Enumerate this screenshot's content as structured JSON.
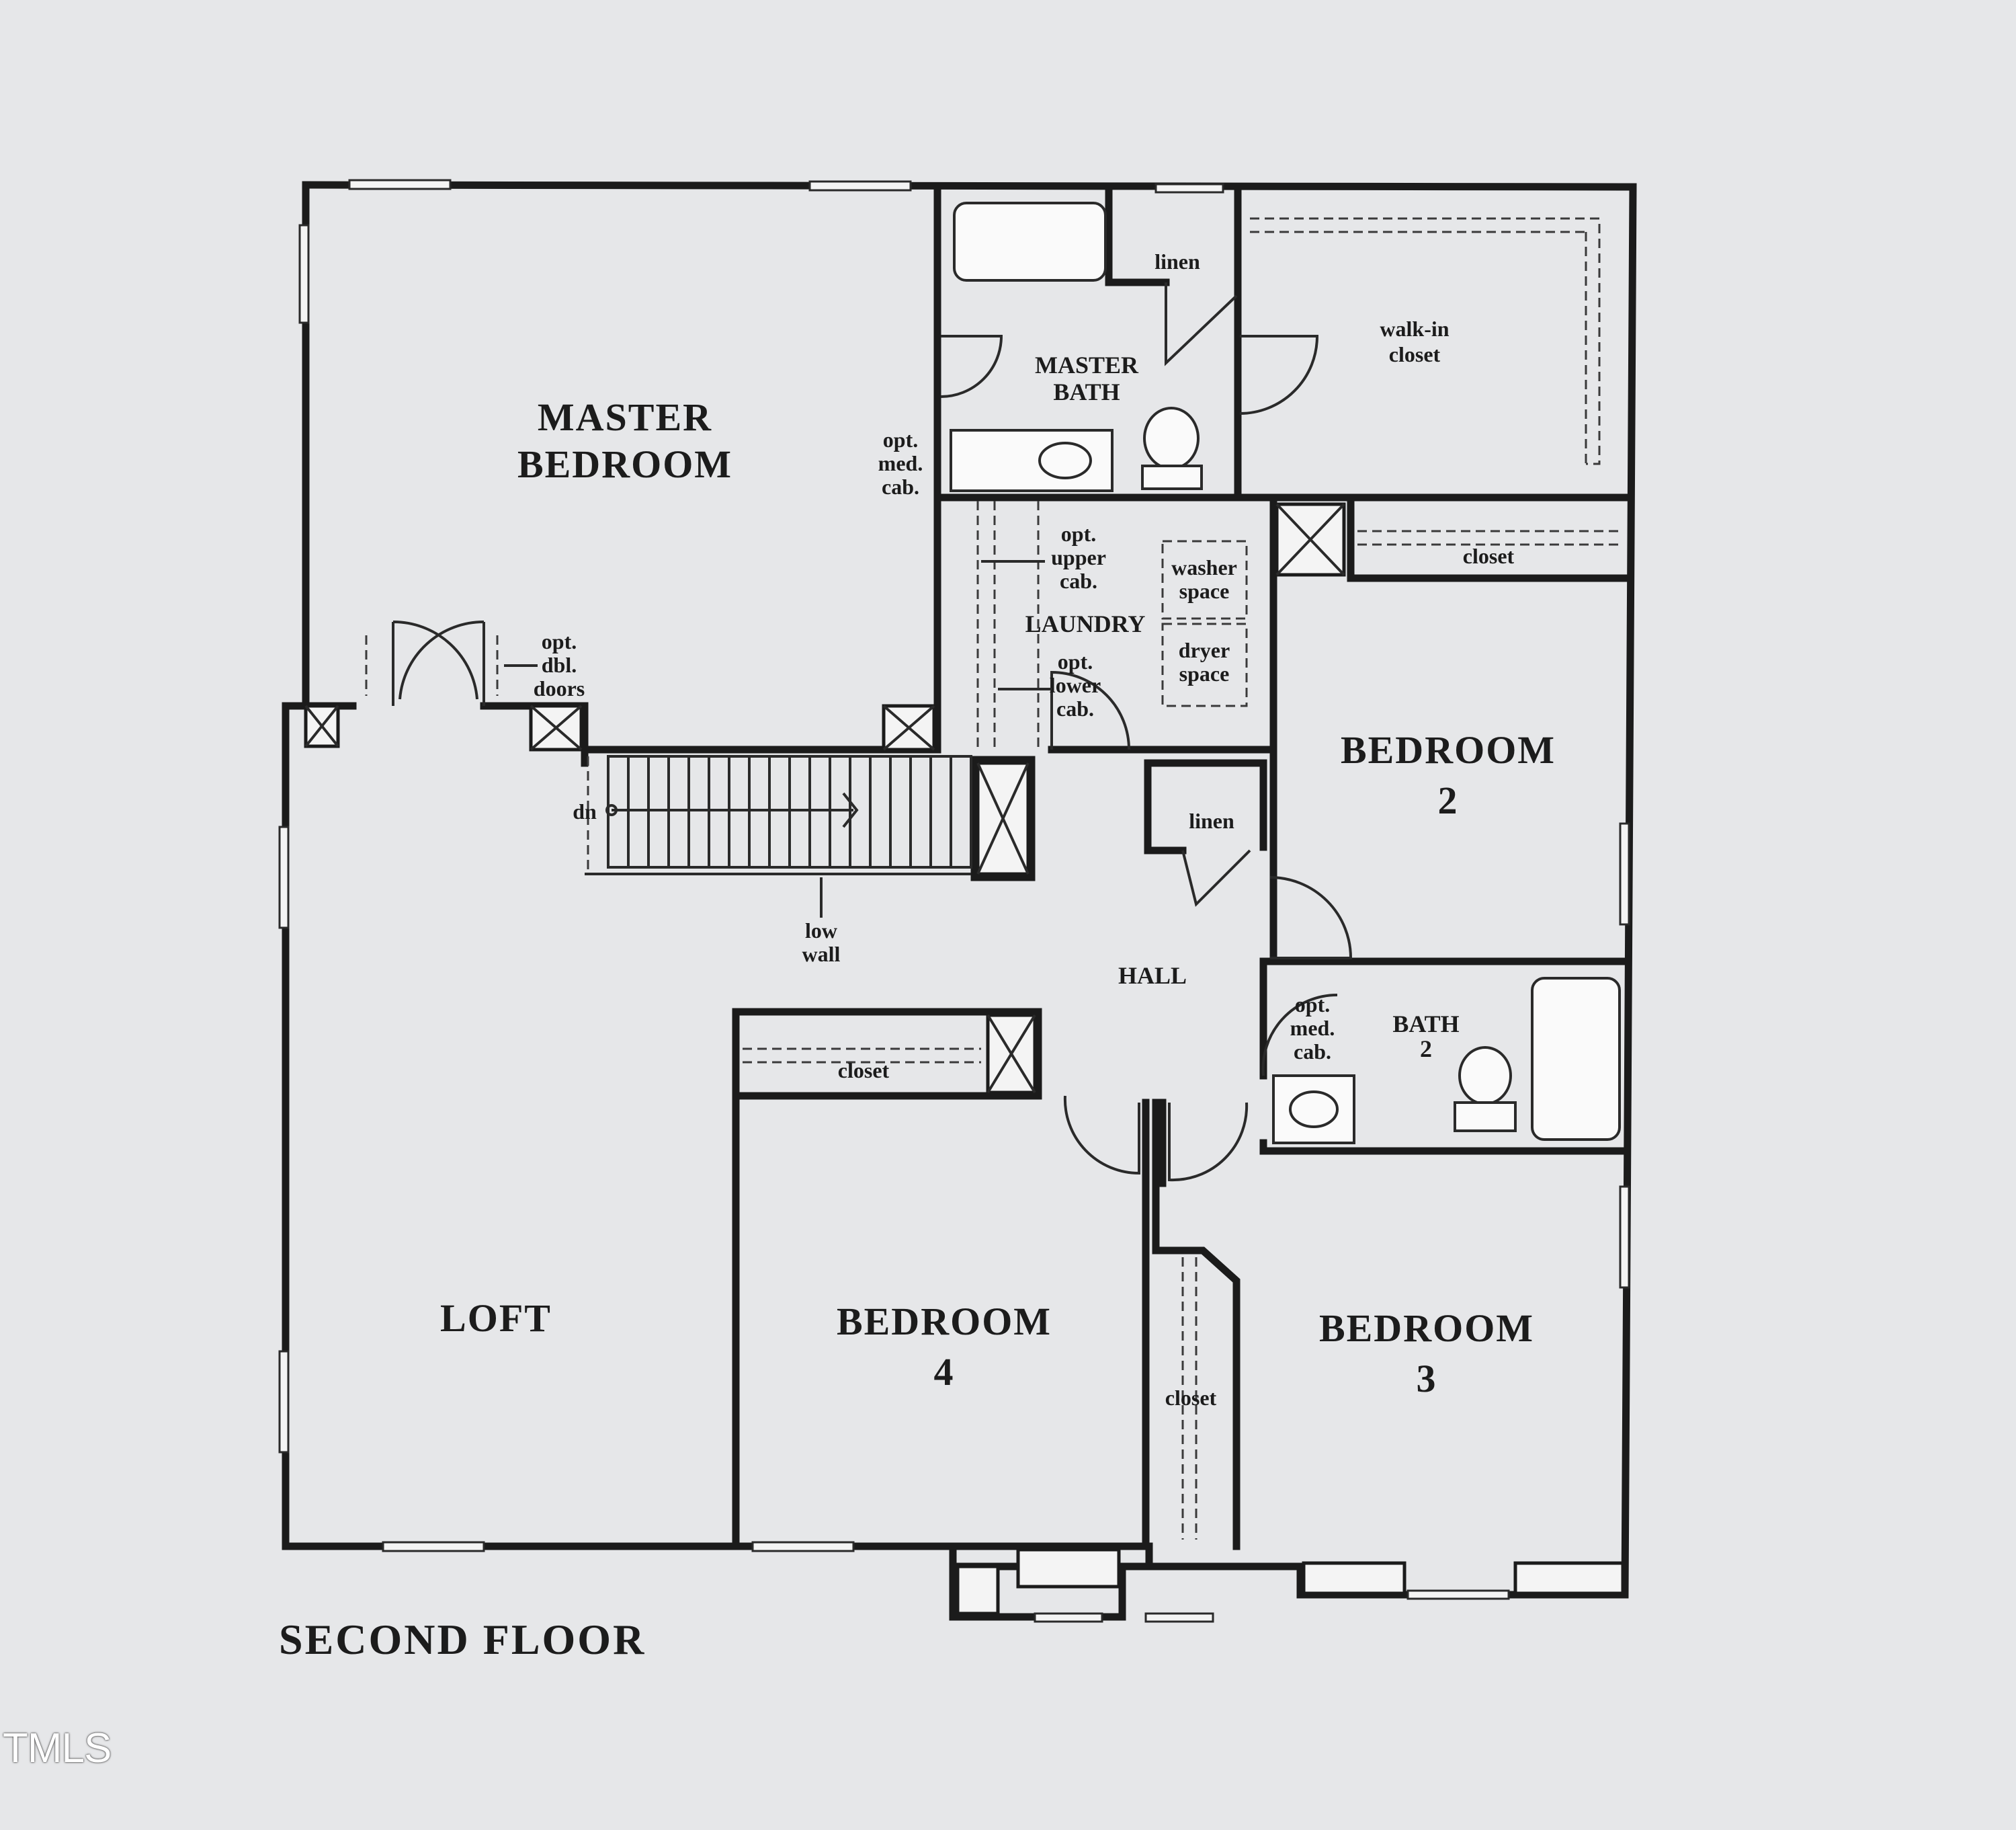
{
  "title": "SECOND FLOOR",
  "watermark": "TMLS",
  "rooms": {
    "master_bedroom": [
      "MASTER",
      "BEDROOM"
    ],
    "master_bath": [
      "MASTER",
      "BATH"
    ],
    "walk_in_closet": [
      "walk-in",
      "closet"
    ],
    "laundry": "LAUNDRY",
    "bedroom_2": [
      "BEDROOM",
      "2"
    ],
    "hall": "HALL",
    "bath_2": [
      "BATH",
      "2"
    ],
    "loft": "LOFT",
    "bedroom_4": [
      "BEDROOM",
      "4"
    ],
    "bedroom_3": [
      "BEDROOM",
      "3"
    ]
  },
  "annotations": {
    "linen_master": "linen",
    "linen_hall": "linen",
    "closet_bedroom2": "closet",
    "closet_bedroom4": "closet",
    "closet_bedroom3": "closet",
    "opt_med_cab_master": [
      "opt.",
      "med.",
      "cab."
    ],
    "opt_med_cab_bath2": [
      "opt.",
      "med.",
      "cab."
    ],
    "opt_upper_cab": [
      "opt.",
      "upper",
      "cab."
    ],
    "opt_lower_cab": [
      "opt.",
      "lower",
      "cab."
    ],
    "washer_space": [
      "washer",
      "space"
    ],
    "dryer_space": [
      "dryer",
      "space"
    ],
    "opt_dbl_doors": [
      "opt.",
      "dbl.",
      "doors"
    ],
    "dn": "dn",
    "low_wall": [
      "low",
      "wall"
    ]
  }
}
